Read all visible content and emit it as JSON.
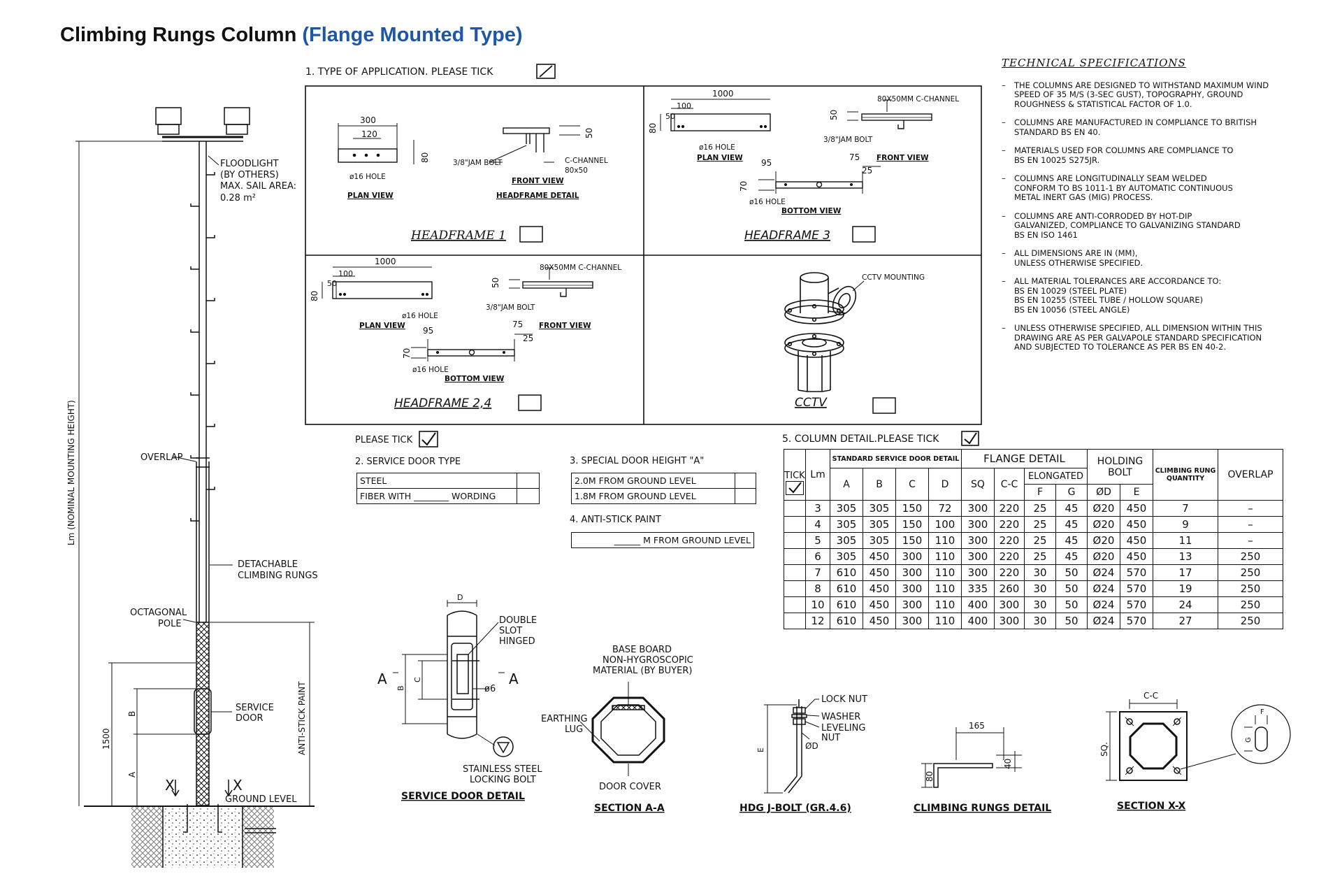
{
  "header": {
    "title": "Climbing Rungs Column",
    "subtitle": "(Flange Mounted Type)"
  },
  "section1": {
    "heading": "1. TYPE OF APPLICATION. PLEASE TICK",
    "headframe1": {
      "name": "HEADFRAME 1",
      "plan_view": "PLAN VIEW",
      "headframe_detail": "HEADFRAME DETAIL",
      "front_view": "FRONT VIEW",
      "bolt": "3/8\"JAM BOLT",
      "cchannel": "C-CHANNEL",
      "cchannel_size": "80x50",
      "hole": "ø16 HOLE",
      "dim_300": "300",
      "dim_120": "120",
      "dim_80": "80",
      "dim_50": "50"
    },
    "headframe3": {
      "name": "HEADFRAME 3",
      "dim_1000": "1000",
      "dim_100": "100",
      "dim_50": "50",
      "dim_80": "80",
      "dim_95": "95",
      "dim_75": "75",
      "dim_25": "25",
      "dim_70": "70",
      "cchannel": "80X50MM C-CHANNEL",
      "bolt": "3/8\"JAM BOLT",
      "hole": "ø16 HOLE",
      "plan_view": "PLAN VIEW",
      "front_view": "FRONT VIEW",
      "bottom_view": "BOTTOM VIEW"
    },
    "headframe24": {
      "name": "HEADFRAME 2,4"
    },
    "cctv": {
      "name": "CCTV",
      "mounting": "CCTV MOUNTING"
    }
  },
  "pole": {
    "floodlight": [
      "FLOODLIGHT",
      "(BY OTHERS)",
      "MAX. SAIL AREA:",
      "0.28 m²"
    ],
    "overlap": "OVERLAP",
    "detachable": [
      "DETACHABLE",
      "CLIMBING RUNGS"
    ],
    "octagonal": [
      "OCTAGONAL",
      "POLE"
    ],
    "service_door": [
      "SERVICE",
      "DOOR"
    ],
    "ground_level": "GROUND LEVEL",
    "lm_label": "Lm (NOMINAL MOUNTING HEIGHT)",
    "anti_stick": "ANTI-STICK PAINT",
    "dim_1500": "1500",
    "dim_b": "B",
    "dim_a": "A",
    "x": "X"
  },
  "options": {
    "please_tick": "PLEASE TICK",
    "door_type_heading": "2. SERVICE DOOR TYPE",
    "door_types": [
      "STEEL",
      "FIBER WITH ________ WORDING"
    ],
    "door_height_heading": "3. SPECIAL DOOR HEIGHT \"A\"",
    "door_heights": [
      "2.0M FROM GROUND LEVEL",
      "1.8M FROM GROUND LEVEL"
    ],
    "anti_stick_heading": "4. ANTI-STICK PAINT",
    "anti_stick_value": "______ M FROM GROUND LEVEL"
  },
  "column_detail": {
    "heading": "5. COLUMN DETAIL.PLEASE TICK",
    "headers": {
      "tick": "TICK",
      "lm": "Lm",
      "std": "STANDARD SERVICE DOOR DETAIL",
      "flange": "FLANGE DETAIL",
      "elongated": "ELONGATED",
      "holding_bolt": [
        "HOLDING",
        "BOLT"
      ],
      "climbing": [
        "CLIMBING RUNG",
        "QUANTITY"
      ],
      "overlap": "OVERLAP",
      "a": "A",
      "b": "B",
      "c": "C",
      "d": "D",
      "sq": "SQ",
      "cc": "C-C",
      "f": "F",
      "g": "G",
      "od": "ØD",
      "e": "E"
    },
    "rows": [
      [
        "3",
        "305",
        "305",
        "150",
        "72",
        "300",
        "220",
        "25",
        "45",
        "Ø20",
        "450",
        "7",
        "–"
      ],
      [
        "4",
        "305",
        "305",
        "150",
        "100",
        "300",
        "220",
        "25",
        "45",
        "Ø20",
        "450",
        "9",
        "–"
      ],
      [
        "5",
        "305",
        "305",
        "150",
        "110",
        "300",
        "220",
        "25",
        "45",
        "Ø20",
        "450",
        "11",
        "–"
      ],
      [
        "6",
        "305",
        "450",
        "300",
        "110",
        "300",
        "220",
        "25",
        "45",
        "Ø20",
        "450",
        "13",
        "250"
      ],
      [
        "7",
        "610",
        "450",
        "300",
        "110",
        "300",
        "220",
        "30",
        "50",
        "Ø24",
        "570",
        "17",
        "250"
      ],
      [
        "8",
        "610",
        "450",
        "300",
        "110",
        "335",
        "260",
        "30",
        "50",
        "Ø24",
        "570",
        "19",
        "250"
      ],
      [
        "10",
        "610",
        "450",
        "300",
        "110",
        "400",
        "300",
        "30",
        "50",
        "Ø24",
        "570",
        "24",
        "250"
      ],
      [
        "12",
        "610",
        "450",
        "300",
        "110",
        "400",
        "300",
        "30",
        "50",
        "Ø24",
        "570",
        "27",
        "250"
      ]
    ]
  },
  "tech_specs": {
    "title": "TECHNICAL SPECIFICATIONS",
    "items": [
      [
        "THE COLUMNS ARE DESIGNED TO WITHSTAND MAXIMUM WIND",
        "SPEED OF 35 m/s (3-SEC GUST), TOPOGRAPHY, GROUND",
        "ROUGHNESS & STATISTICAL FACTOR OF 1.0."
      ],
      [
        "COLUMNS ARE MANUFACTURED IN COMPLIANCE TO BRITISH",
        "STANDARD BS EN 40."
      ],
      [
        "MATERIALS USED FOR COLUMNS ARE COMPLIANCE TO",
        "BS EN 10025 S275JR."
      ],
      [
        "COLUMNS ARE LONGITUDINALLY SEAM WELDED",
        "CONFORM TO BS 1011-1 BY AUTOMATIC CONTINUOUS",
        "METAL INERT GAS (MIG) PROCESS."
      ],
      [
        "COLUMNS ARE ANTI-CORRODED BY HOT-DIP",
        "GALVANIZED, COMPLIANCE TO GALVANIZING STANDARD",
        "BS EN ISO 1461"
      ],
      [
        "ALL DIMENSIONS ARE IN (mm),",
        "UNLESS OTHERWISE SPECIFIED."
      ],
      [
        "ALL MATERIAL TOLERANCES ARE ACCORDANCE TO:",
        "BS EN 10029 (STEEL PLATE)",
        "BS EN 10255 (STEEL TUBE / HOLLOW SQUARE)",
        "BS EN 10056 (STEEL ANGLE)"
      ],
      [
        "UNLESS OTHERWISE SPECIFIED, ALL DIMENSION WITHIN THIS",
        "DRAWING ARE AS PER GALVAPOLE STANDARD SPECIFICATION",
        "AND SUBJECTED TO TOLERANCE AS PER BS EN 40-2."
      ]
    ]
  },
  "details": {
    "service_door": {
      "title": "SERVICE DOOR DETAIL",
      "double": [
        "DOUBLE",
        "SLOT",
        "HINGED"
      ],
      "dia6": "ø6",
      "bolt": [
        "STAINLESS STEEL",
        "LOCKING BOLT"
      ],
      "d": "D",
      "b": "B",
      "c": "C",
      "a": "A"
    },
    "section_aa": {
      "title": "SECTION A-A",
      "base": [
        "BASE BOARD",
        "NON-HYGROSCOPIC",
        "MATERIAL (BY BUYER)"
      ],
      "earthing": [
        "EARTHING",
        "LUG"
      ],
      "door_cover": "DOOR COVER"
    },
    "jbolt": {
      "title": "HDG J-BOLT (GR.4.6)",
      "lock_nut": "LOCK NUT",
      "washer": "WASHER",
      "leveling": [
        "LEVELING",
        "NUT"
      ],
      "od": "ØD",
      "e": "E"
    },
    "rungs": {
      "title": "CLIMBING RUNGS DETAIL",
      "dim_165": "165",
      "dim_80": "80",
      "dim_40": "40"
    },
    "section_xx": {
      "title": "SECTION X-X",
      "cc": "C-C",
      "sq": "SQ.",
      "f": "F",
      "g": "G"
    }
  }
}
